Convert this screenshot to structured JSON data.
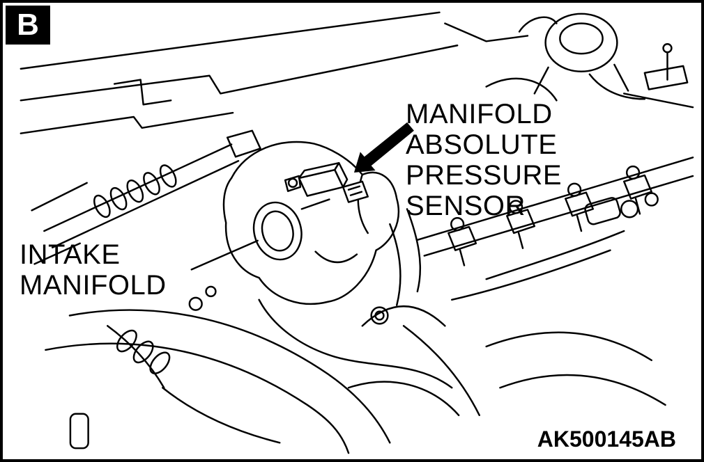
{
  "figure": {
    "panel_label": "B",
    "code": "AK500145AB",
    "labels": {
      "map_sensor": "MANIFOLD\nABSOLUTE\nPRESSURE\nSENSOR",
      "intake_manifold": "INTAKE\nMANIFOLD"
    },
    "colors": {
      "line": "#000000",
      "background": "#ffffff"
    }
  }
}
